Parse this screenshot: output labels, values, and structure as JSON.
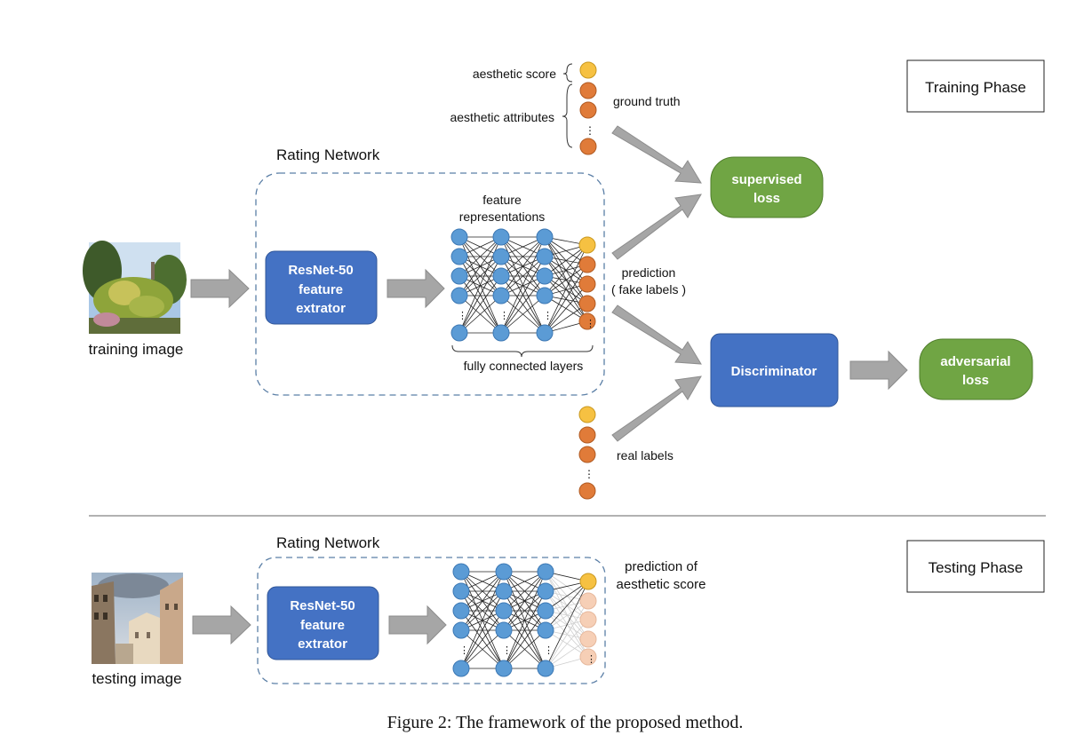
{
  "training": {
    "phase_label": "Training Phase",
    "rating_network_label": "Rating Network",
    "image_label": "training image",
    "resnet_line1": "ResNet-50",
    "resnet_line2": "feature",
    "resnet_line3": "extrator",
    "feature_label_line1": "feature",
    "feature_label_line2": "representations",
    "fc_label": "fully connected layers",
    "aesthetic_score_label": "aesthetic score",
    "aesthetic_attributes_label": "aesthetic attributes",
    "ground_truth_label": "ground truth",
    "prediction_line1": "prediction",
    "prediction_line2": "( fake labels )",
    "real_labels_label": "real labels",
    "supervised_loss_line1": "supervised",
    "supervised_loss_line2": "loss",
    "discriminator_label": "Discriminator",
    "adversarial_loss_line1": "adversarial",
    "adversarial_loss_line2": "loss"
  },
  "testing": {
    "phase_label": "Testing Phase",
    "rating_network_label": "Rating Network",
    "image_label": "testing image",
    "resnet_line1": "ResNet-50",
    "resnet_line2": "feature",
    "resnet_line3": "extrator",
    "prediction_line1": "prediction of",
    "prediction_line2": "aesthetic score"
  },
  "caption": "Figure 2: The framework of the proposed method.",
  "colors": {
    "blue_box": "#4472c4",
    "green_box": "#70a544",
    "node_blue": "#5b9bd5",
    "node_yellow": "#f6c142",
    "node_orange": "#e07b39",
    "node_faded": "#f6cfb6",
    "arrow_gray": "#a6a6a6",
    "dashed_border": "#5b7fa6"
  }
}
